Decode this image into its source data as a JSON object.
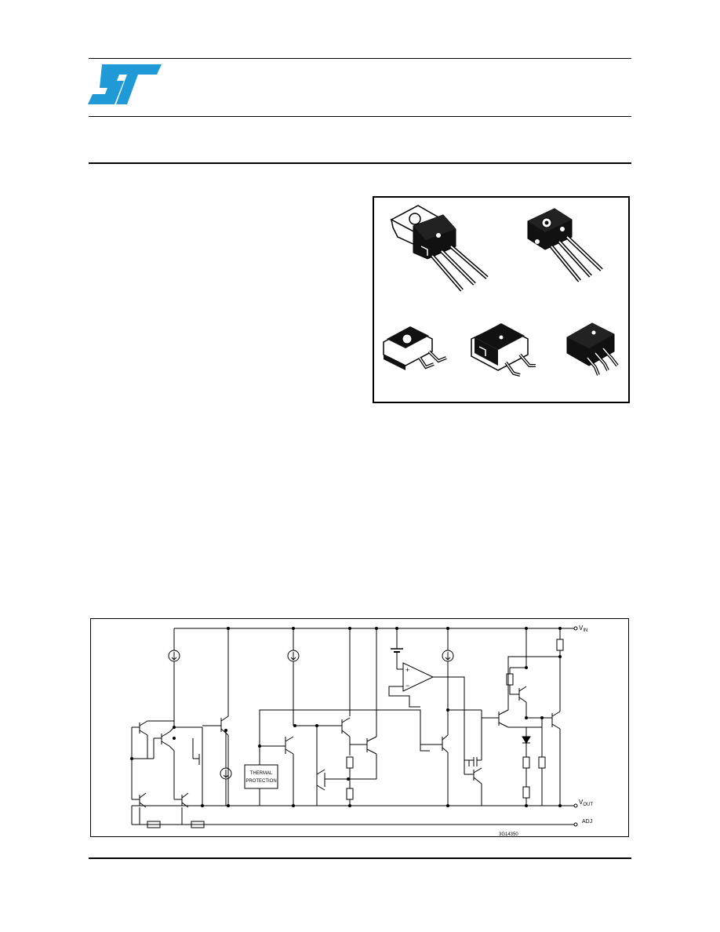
{
  "brand": {
    "color": "#1f9ad6"
  },
  "block_diagram": {
    "pins": {
      "vin": "V",
      "vin_sub": "IN",
      "vout": "V",
      "vout_sub": "OUT",
      "adj": "ADJ"
    },
    "thermal_block": {
      "line1": "THERMAL",
      "line2": "PROTECTION"
    },
    "drawing_code": "3G14350"
  }
}
